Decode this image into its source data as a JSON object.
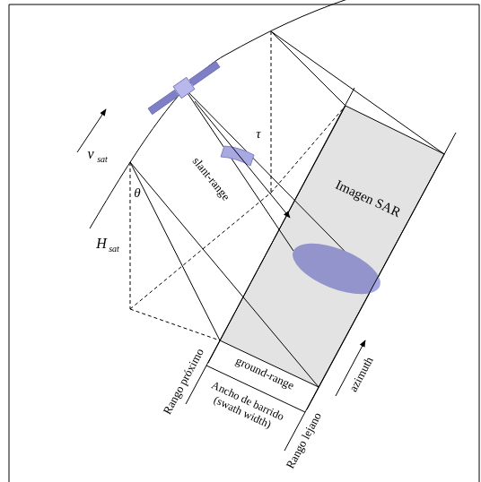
{
  "diagram": {
    "nodes": [
      {
        "text": [
          "Imagen SAR"
        ]
      }
    ],
    "labels": [
      "v",
      "sat",
      "θ",
      "H",
      "sat",
      "slant-range",
      "τ",
      "ground-range",
      "Ancho de barrido (swath width)",
      "Rango próximo",
      "Rango lejano",
      "azimuth"
    ]
  }
}
